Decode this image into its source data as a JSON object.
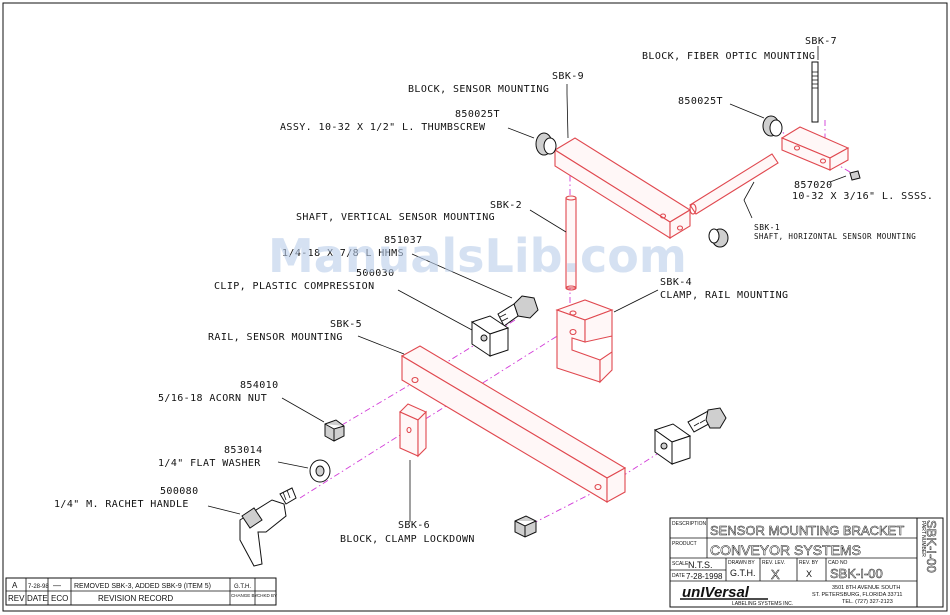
{
  "labels": {
    "sbk7_id": "SBK-7",
    "sbk7_desc": "BLOCK, FIBER OPTIC MOUNTING",
    "sbk9_id": "SBK-9",
    "sbk9_desc": "BLOCK, SENSOR MOUNTING",
    "p850025t_a": "850025T",
    "thumbscrew_desc": "ASSY. 10-32 X 1/2\" L. THUMBSCREW",
    "p850025t_b": "850025T",
    "p857020": "857020",
    "p857020_desc": "10-32 X 3/16\" L. SSSS.",
    "sbk1_id": "SBK-1",
    "sbk1_desc": "SHAFT, HORIZONTAL SENSOR MOUNTING",
    "sbk2_id": "SBK-2",
    "sbk2_desc": "SHAFT, VERTICAL SENSOR MOUNTING",
    "p851037": "851037",
    "p851037_desc": "1/4-18 X 7/8 L HHMS",
    "p500030": "500030",
    "clip_desc": "CLIP, PLASTIC COMPRESSION",
    "sbk4_id": "SBK-4",
    "sbk4_desc": "CLAMP, RAIL MOUNTING",
    "sbk5_id": "SBK-5",
    "sbk5_desc": "RAIL, SENSOR MOUNTING",
    "p854010": "854010",
    "p854010_desc": "5/16-18 ACORN NUT",
    "p853014": "853014",
    "p853014_desc": "1/4\" FLAT WASHER",
    "p500080": "500080",
    "p500080_desc": "1/4\" M. RACHET HANDLE",
    "sbk6_id": "SBK-6",
    "sbk6_desc": "BLOCK, CLAMP LOCKDOWN"
  },
  "title_block": {
    "description_caption": "DESCRIPTION",
    "description": "SENSOR MOUNTING BRACKET",
    "product_caption": "PRODUCT",
    "product": "CONVEYOR SYSTEMS",
    "scale_caption": "SCALE",
    "scale": "N.T.S.",
    "date_caption": "DATE",
    "date": "7-28-1998",
    "drawn_by_caption": "DRAWN BY",
    "drawn_by": "G.T.H.",
    "rev_lev_caption": "REV. LEV.",
    "rev_lev": "X",
    "rev_by_caption": "REV. BY",
    "rev_by": "X",
    "cad_no_caption": "CAD NO",
    "cad_no": "SBK-I-00",
    "part_number_caption": "PART NUMBER",
    "part_number": "SBK-I-00",
    "company_logo": "unIVersal",
    "company_sub": "LABELING SYSTEMS INC.",
    "address_1": "3501 8TH AVENUE SOUTH",
    "address_2": "ST. PETERSBURG, FLORIDA 33711",
    "phone": "TEL. (727) 327-2123"
  },
  "revision": {
    "rev": "A",
    "date": "7-28-98",
    "eco": "—",
    "note": "REMOVED SBK-3, ADDED SBK-9 (ITEM 5)",
    "by": "G.T.H.",
    "col_rev": "REV",
    "col_date": "DATE",
    "col_eco": "ECO",
    "col_record": "REVISION RECORD",
    "col_change_by": "CHANGE BY",
    "col_chkd_by": "CHKD BY"
  },
  "watermark": "ManualsLib.com",
  "colors": {
    "part_outline": "#e0484f",
    "centerline": "#d23cd8",
    "ink": "#111111"
  }
}
